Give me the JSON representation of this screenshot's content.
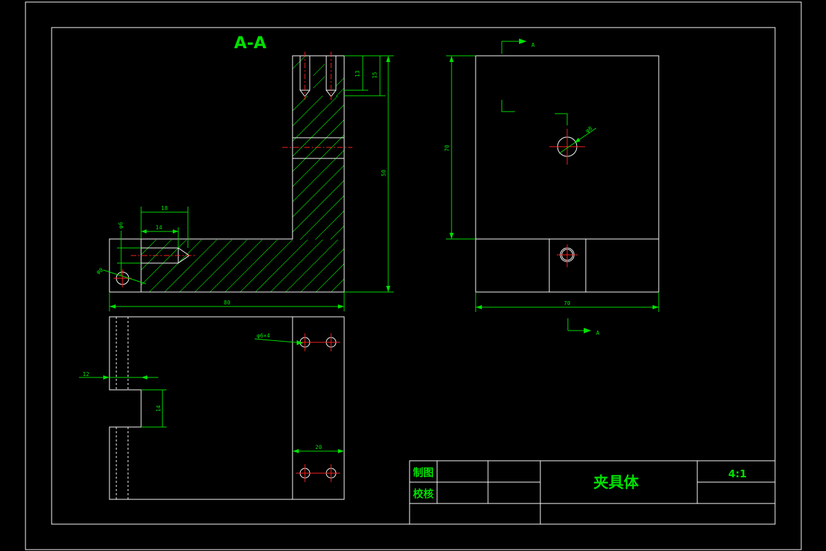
{
  "section_title": "A-A",
  "section_marker": "A",
  "dimensions": {
    "d13": "13",
    "d15": "15",
    "d50": "50",
    "d18": "18",
    "d14": "14",
    "d80": "80",
    "d70_height": "70",
    "d70_width": "70",
    "d12": "12",
    "d14_slot": "14",
    "d20": "20",
    "hole_callout": "φ6×4",
    "dia_small": "φ6",
    "dia_left": "φ8",
    "dia_top": "φ8"
  },
  "title_block": {
    "drawn_label": "制图",
    "checked_label": "校核",
    "part_name": "夹具体",
    "scale": "4:1"
  }
}
